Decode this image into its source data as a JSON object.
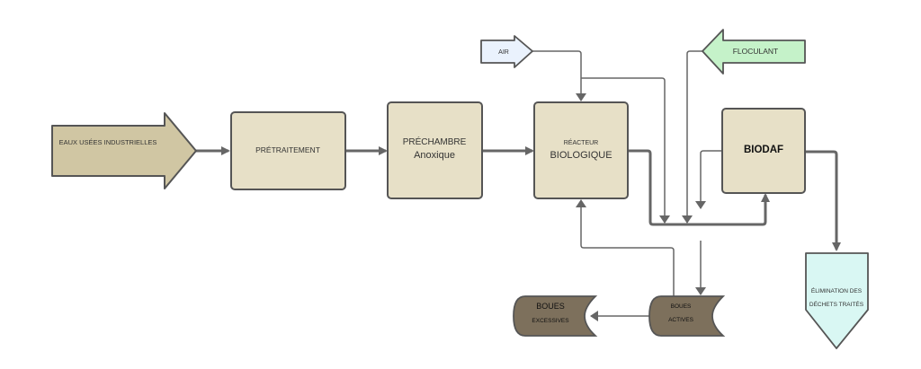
{
  "diagram": {
    "nodes": {
      "eaux": {
        "label": "EAUX USÉES INDUSTRIELLES",
        "fill": "#d0c6a3"
      },
      "pretraitement": {
        "label": "PRÉTRAITEMENT",
        "fill": "#e7e0c7"
      },
      "prechambre": {
        "line1": "PRÉCHAMBRE",
        "line2": "Anoxique",
        "fill": "#e7e0c7"
      },
      "reacteur": {
        "line1": "RÉACTEUR",
        "line2": "BIOLOGIQUE",
        "fill": "#e7e0c7"
      },
      "biodaf": {
        "label": "BIODAF",
        "fill": "#e7e0c7"
      },
      "air": {
        "label": "AIR",
        "fill": "#eaf2fd"
      },
      "floculant": {
        "label": "FLOCULANT",
        "fill": "#c5f2c9"
      },
      "elimination": {
        "line1": "ÉLIMINATION DES",
        "line2": "DÉCHETS TRAITÉS",
        "fill": "#d9f7f3"
      },
      "boues_excessives": {
        "line1": "BOUES",
        "line2": "EXCESSIVES",
        "fill": "#7d705c"
      },
      "boues_actives": {
        "line1": "BOUES",
        "line2": "ACTIVES",
        "fill": "#7d705c"
      }
    },
    "colors": {
      "stroke": "#555555",
      "line": "#666666"
    }
  }
}
